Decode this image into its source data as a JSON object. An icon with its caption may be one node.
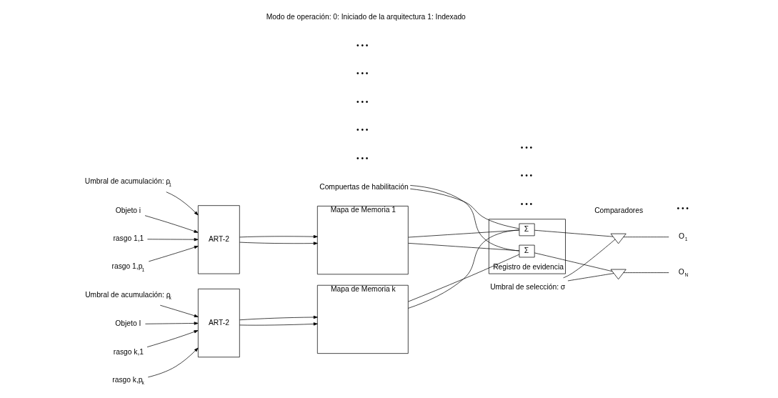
{
  "diagram": {
    "nodes": [
      {
        "text": [
          "Umbral de acumulación: ρ$_{1}$"
        ]
      },
      {
        "text": [
          "Objeto i"
        ]
      },
      {
        "text": [
          "rasgo 1,1"
        ]
      },
      {
        "text": [
          "rasgo 1,p$_{1}$"
        ]
      },
      {
        "text": [
          "ART-2"
        ]
      },
      {
        "text": [
          "Mapa de Memoria 1"
        ]
      },
      {
        "text": [
          "Umbral de acumulación: ρ$_{k}$"
        ]
      },
      {
        "text": [
          "Objeto I"
        ]
      },
      {
        "text": [
          "rasgo k,1"
        ]
      },
      {
        "text": [
          "rasgo k,p$_{k}$"
        ]
      },
      {
        "text": [
          "ART-2"
        ]
      },
      {
        "text": [
          "Mapa de Memoria k"
        ]
      },
      {
        "text": [
          "Registro de evidencia"
        ]
      },
      {
        "text": [
          "Σ"
        ],
        "in": 12
      },
      {
        "text": [
          "Σ"
        ],
        "in": 12
      },
      {
        "text": [
          "Compuertas de habilitación"
        ]
      },
      {
        "text": [
          "Umbral de selección: σ"
        ]
      },
      {
        "text": [],
        "shape": "triangle"
      },
      {
        "text": [],
        "shape": "triangle"
      },
      {
        "text": [
          "O$_{1}$"
        ]
      },
      {
        "text": [
          "O$_{N}$"
        ]
      }
    ],
    "edges": [
      {
        "from": 0,
        "to": 4,
        "arrow": "to"
      },
      {
        "from": 1,
        "to": 4,
        "arrow": "to"
      },
      {
        "from": 2,
        "to": 4,
        "arrow": "to"
      },
      {
        "from": 3,
        "to": 4,
        "arrow": "to"
      },
      {
        "from": 4,
        "to": 5,
        "arrow": "to"
      },
      {
        "from": 4,
        "to": 5,
        "arrow": "to"
      },
      {
        "from": 6,
        "to": 10,
        "arrow": "to"
      },
      {
        "from": 7,
        "to": 10,
        "arrow": "to"
      },
      {
        "from": 8,
        "to": 10,
        "arrow": "to"
      },
      {
        "from": 9,
        "to": 10,
        "arrow": "to"
      },
      {
        "from": 10,
        "to": 11,
        "arrow": "to"
      },
      {
        "from": 10,
        "to": 11,
        "arrow": "to"
      },
      {
        "from": 5,
        "to": 13,
        "arrow": "none"
      },
      {
        "from": 5,
        "to": 14,
        "arrow": "none"
      },
      {
        "from": 11,
        "to": 13,
        "arrow": "none"
      },
      {
        "from": 11,
        "to": 14,
        "arrow": "none"
      },
      {
        "from": 15,
        "to": 13,
        "arrow": "none"
      },
      {
        "from": 15,
        "to": 14,
        "arrow": "none"
      },
      {
        "from": 13,
        "to": 17,
        "arrow": "none"
      },
      {
        "from": 14,
        "to": 18,
        "arrow": "none"
      },
      {
        "from": 16,
        "to": 17,
        "arrow": "none"
      },
      {
        "from": 16,
        "to": 18,
        "arrow": "none"
      },
      {
        "from": 17,
        "to": 19,
        "arrow": "none"
      },
      {
        "from": 18,
        "to": 20,
        "arrow": "none"
      }
    ],
    "labels": [
      "• • •",
      "• • •",
      "• • •",
      "• • •",
      "• • •",
      "Modo de operación: 0: Iniciado de la arquitectura 1: Indexado",
      "• • •",
      "• • •",
      "• • •",
      "Comparadores",
      "• • •"
    ]
  }
}
